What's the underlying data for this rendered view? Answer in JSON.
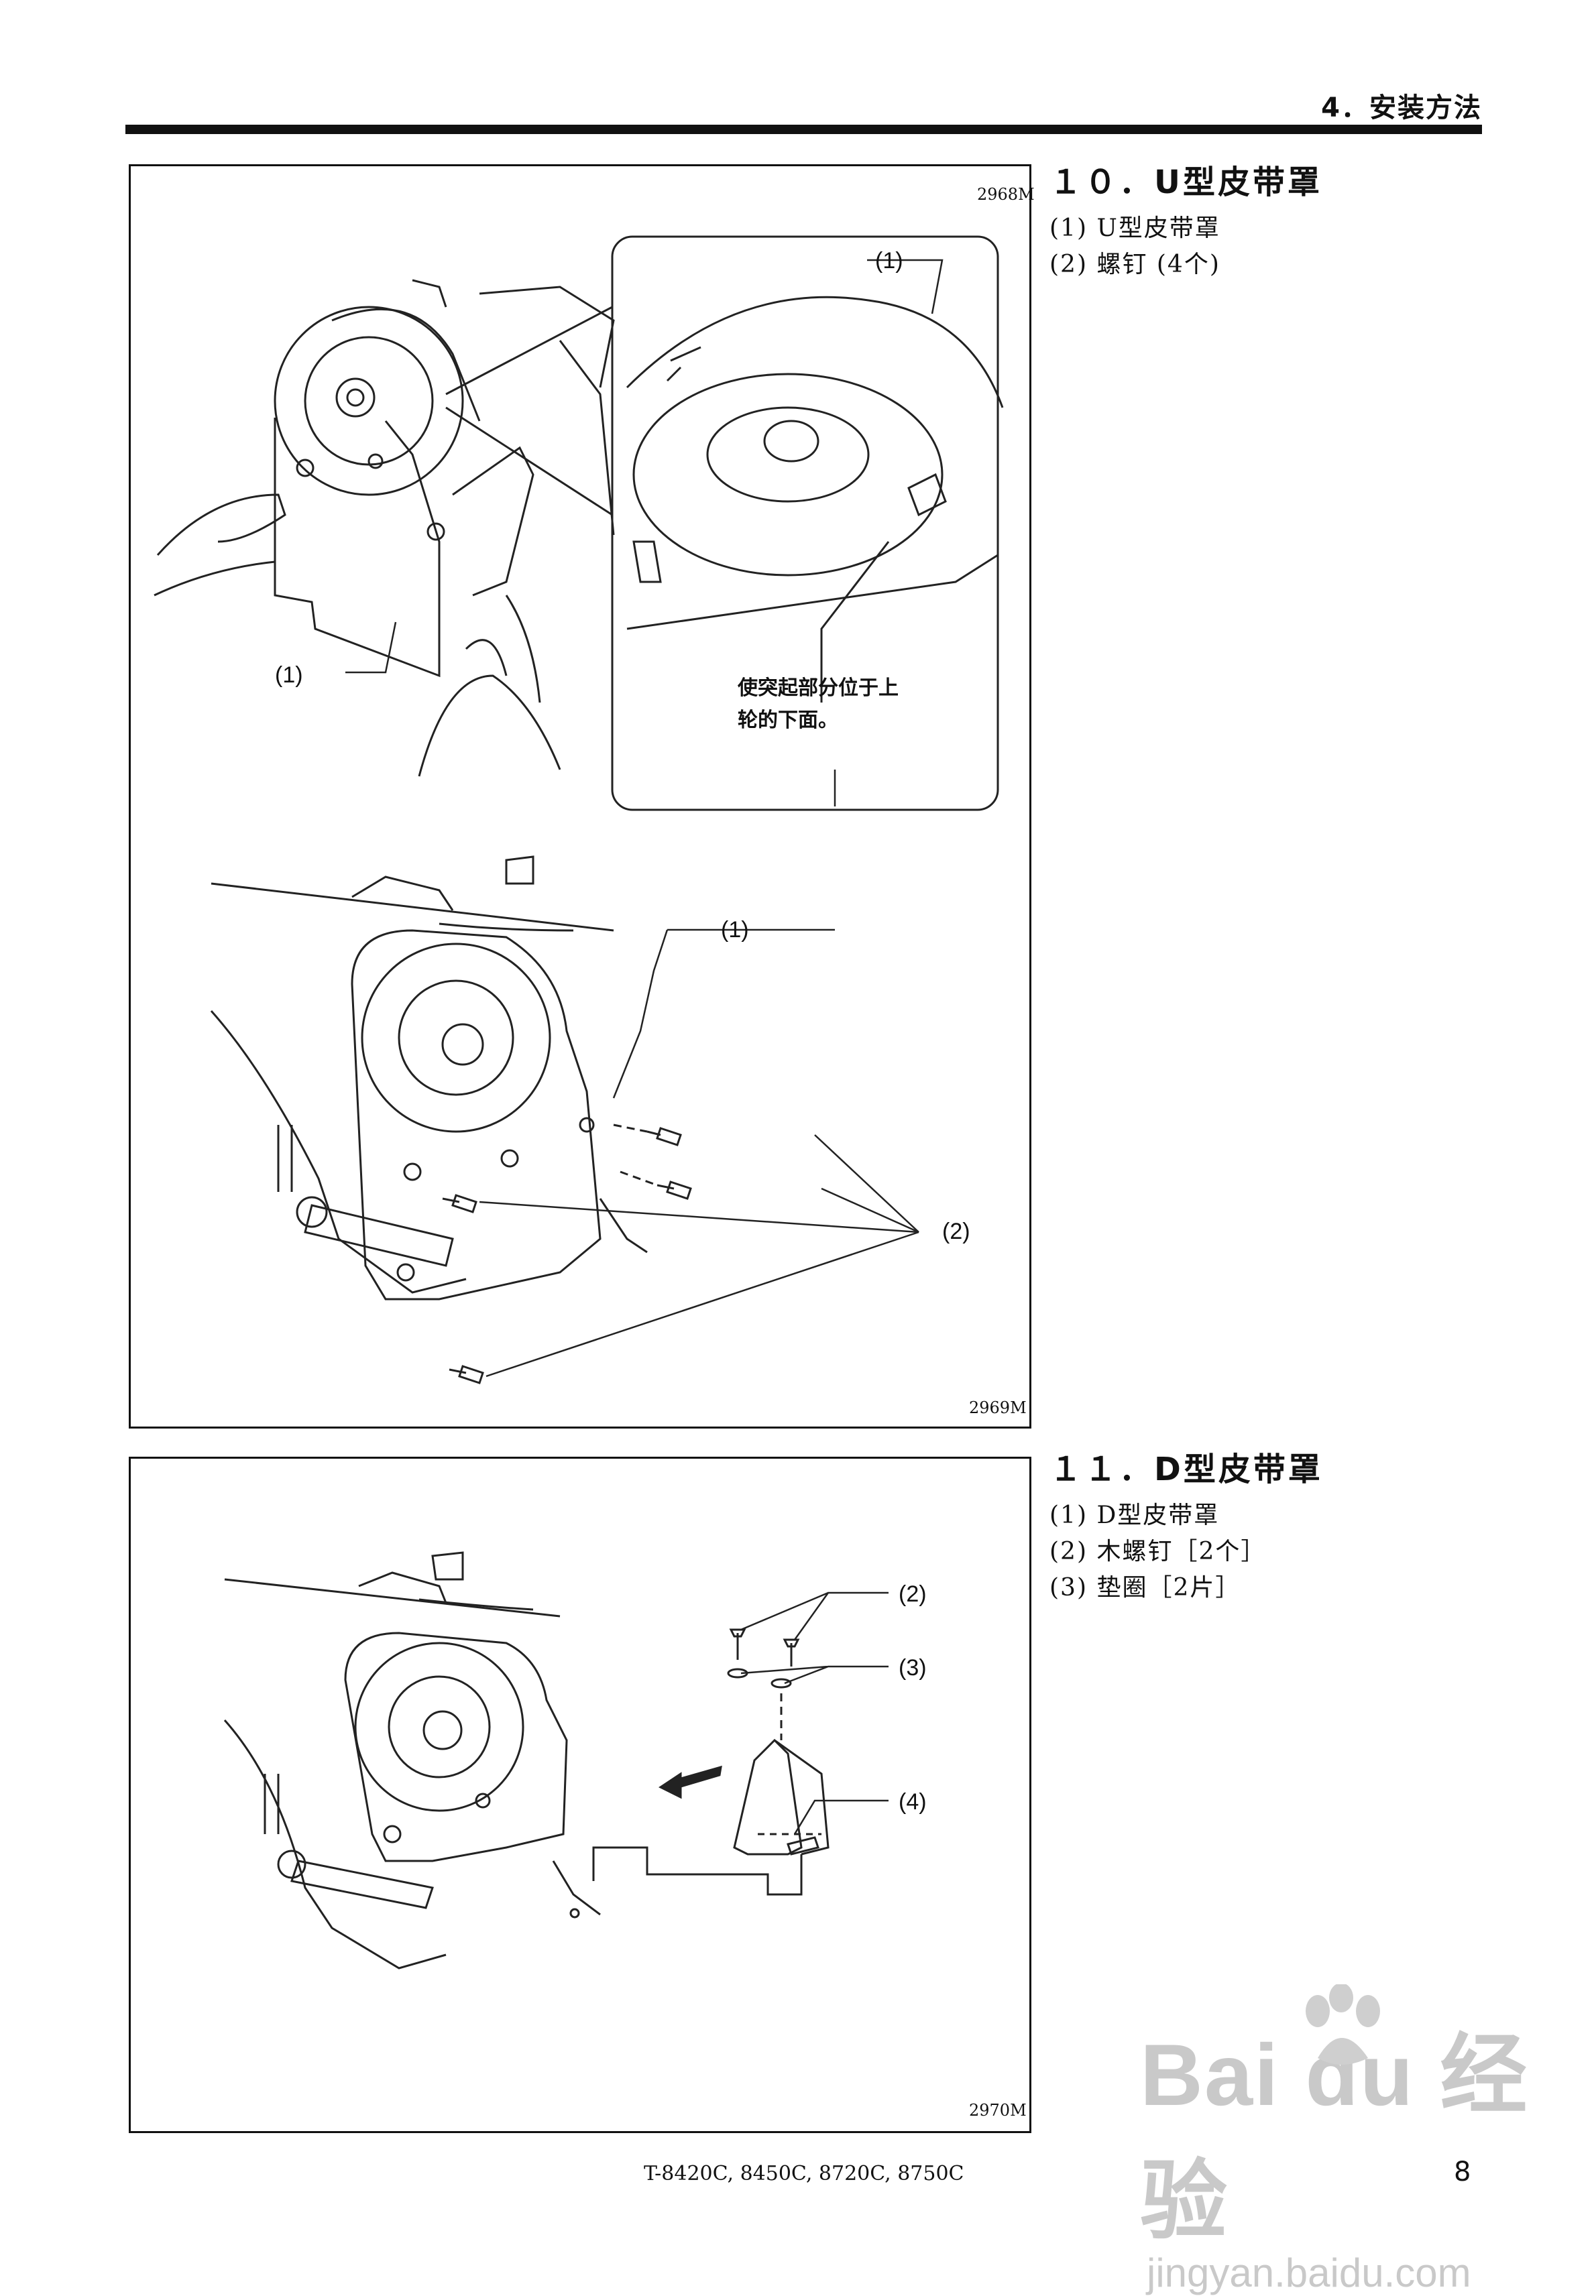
{
  "header": {
    "section_label": "4．安装方法"
  },
  "figure1": {
    "code_top": "2968M",
    "code_bottom": "2969M",
    "callouts": {
      "hand_part": "(1)",
      "inset_part": "(1)",
      "machine_part": "(1)",
      "screws": "(2)"
    },
    "note_line1": "使突起部分位于上",
    "note_line2": "轮的下面。"
  },
  "figure2": {
    "code": "2970M",
    "callouts": {
      "wood_screws": "(2)",
      "washers": "(3)",
      "cover": "(4)"
    }
  },
  "section10": {
    "title": "１０．U型皮带罩",
    "items": [
      "(1) U型皮带罩",
      "(2) 螺钉 (4个)"
    ]
  },
  "section11": {
    "title": "１１．D型皮带罩",
    "items": [
      "(1) D型皮带罩",
      "(2) 木螺钉［2个］",
      "(3) 垫圈［2片］"
    ]
  },
  "footer": {
    "models": "T-8420C, 8450C, 8720C, 8750C",
    "page": "8"
  },
  "watermark": {
    "brand": "Bai du 经验",
    "url": "jingyan.baidu.com"
  }
}
